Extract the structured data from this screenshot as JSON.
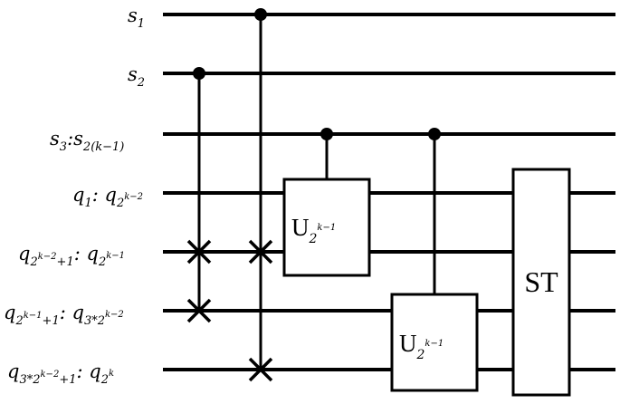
{
  "wires": [
    {
      "id": "s1",
      "label": "s",
      "sub": "1"
    },
    {
      "id": "s2",
      "label": "s",
      "sub": "2"
    },
    {
      "id": "s3",
      "label_a": "s",
      "sub_a": "3",
      "sep": ":",
      "label_b": "s",
      "sub_b": "2(k−1)"
    },
    {
      "id": "q1",
      "label_a": "q",
      "sub_a": "1",
      "sep": ": ",
      "label_b": "q",
      "sub_b": "2",
      "sup_b": "k−2"
    },
    {
      "id": "q2",
      "label_a": "q",
      "sub_a": "2",
      "supsub_a": "k−2",
      "tail_a": "+1",
      "sep": ": ",
      "label_b": "q",
      "sub_b": "2",
      "sup_b": "k−1"
    },
    {
      "id": "q3",
      "label_a": "q",
      "sub_a": "2",
      "supsub_a": "k−1",
      "tail_a": "+1",
      "sep": ": ",
      "label_b": "q",
      "sub_b": "3*2",
      "sup_b": "k−2"
    },
    {
      "id": "q4",
      "label_a": "q",
      "sub_a": "3*2",
      "supsub_a": "k−2",
      "tail_a": "+1",
      "sep": ": ",
      "label_b": "q",
      "sub_b": "2",
      "sup_b": "k"
    }
  ],
  "gates": {
    "u1": {
      "label": "U",
      "sub": "2",
      "sup": "k−1"
    },
    "u2": {
      "label": "U",
      "sub": "2",
      "sup": "k−1"
    },
    "st": {
      "label": "ST"
    }
  }
}
